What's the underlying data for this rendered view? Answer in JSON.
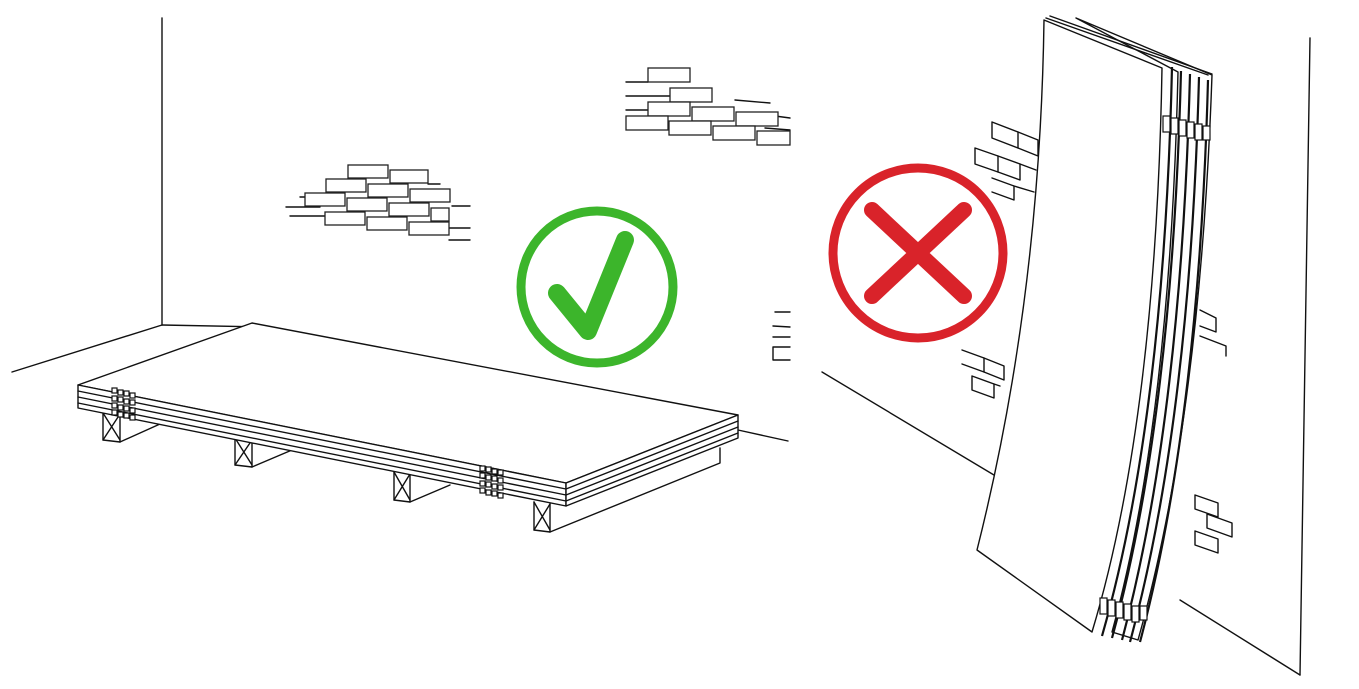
{
  "panels": [
    {
      "id": "correct",
      "verdict": "correct",
      "icon": "check-mark-icon"
    },
    {
      "id": "incorrect",
      "verdict": "incorrect",
      "icon": "cross-mark-icon"
    }
  ],
  "colors": {
    "line": "#111111",
    "check_green": "#3cb52b",
    "cross_red": "#d9232a",
    "background": "#ffffff"
  }
}
